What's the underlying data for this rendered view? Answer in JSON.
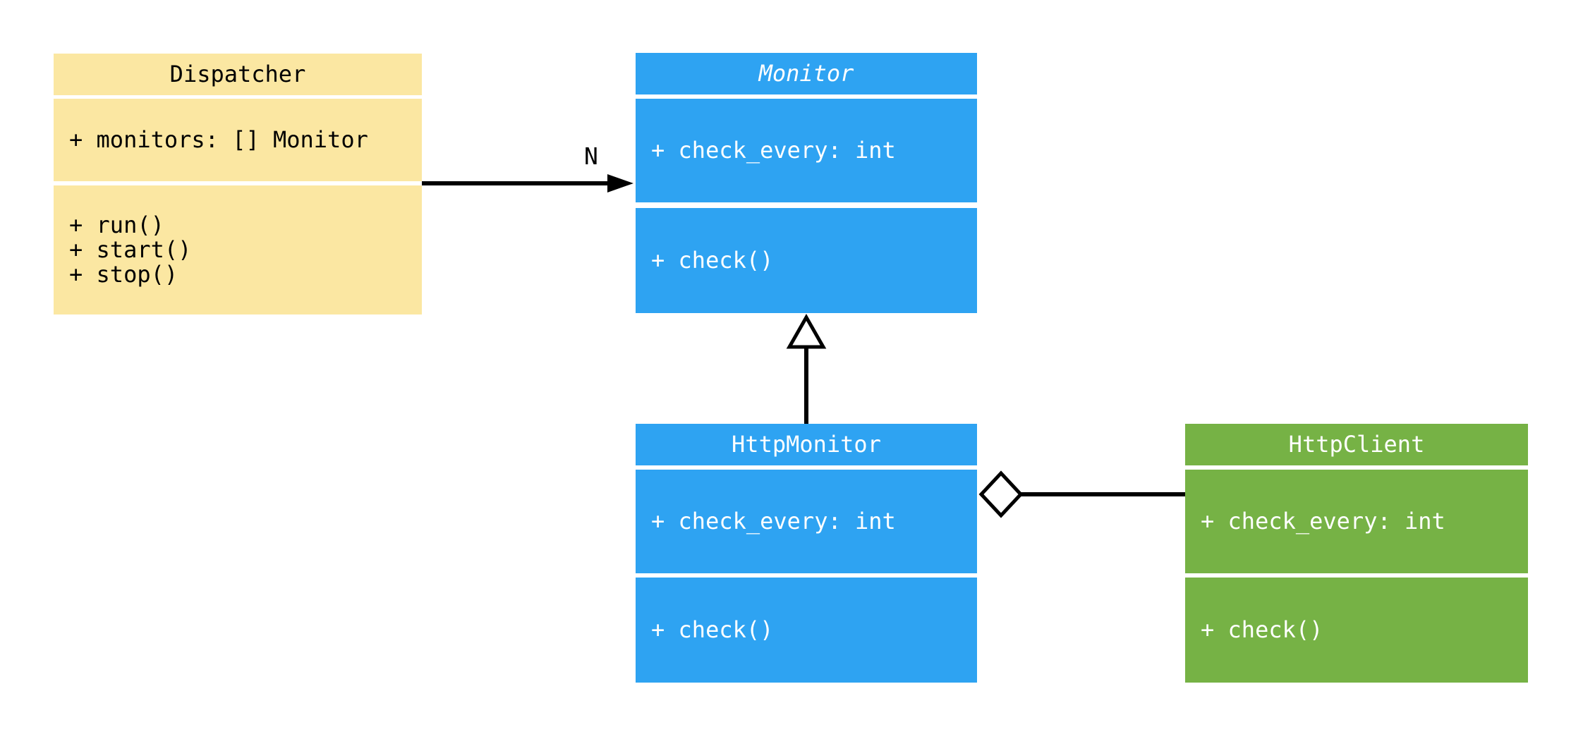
{
  "diagram": {
    "type": "uml-class-diagram",
    "background": "#FFFFFF",
    "classes": {
      "dispatcher": {
        "title": "Dispatcher",
        "is_abstract": false,
        "attributes": [
          "+ monitors: [] Monitor"
        ],
        "methods": [
          "+ run()",
          "+ start()",
          "+ stop()"
        ],
        "fill": "#FBE7A2",
        "text_color": "#1B1B1B"
      },
      "monitor": {
        "title": "Monitor",
        "is_abstract": true,
        "attributes": [
          "+ check_every: int"
        ],
        "methods": [
          "+ check()"
        ],
        "fill": "#2EA3F2",
        "text_color": "#FFFFFF"
      },
      "http_monitor": {
        "title": "HttpMonitor",
        "is_abstract": false,
        "attributes": [
          "+ check_every: int"
        ],
        "methods": [
          "+ check()"
        ],
        "fill": "#2EA3F2",
        "text_color": "#FFFFFF"
      },
      "http_client": {
        "title": "HttpClient",
        "is_abstract": false,
        "attributes": [
          "+ check_every: int"
        ],
        "methods": [
          "+ check()"
        ],
        "fill": "#76B245",
        "text_color": "#FFFFFF"
      }
    },
    "relations": {
      "dispatcher_monitor": {
        "type": "association",
        "from": "Dispatcher",
        "to": "Monitor",
        "label": "N"
      },
      "httpmonitor_monitor": {
        "type": "inheritance",
        "from": "HttpMonitor",
        "to": "Monitor"
      },
      "httpmonitor_httpclient": {
        "type": "aggregation",
        "from": "HttpMonitor",
        "to": "HttpClient"
      }
    },
    "colors": {
      "connector_stroke": "#000000",
      "marker_fill": "#FFFFFF",
      "background": "#FFFFFF"
    }
  }
}
